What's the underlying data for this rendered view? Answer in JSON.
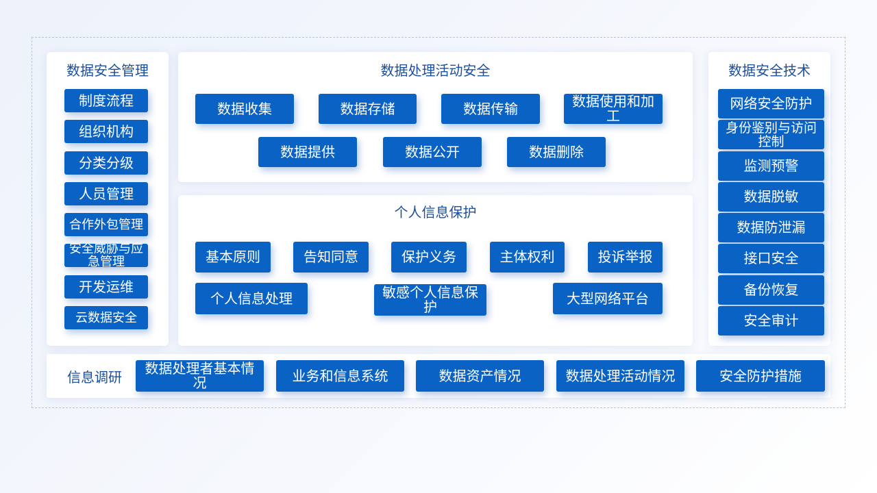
{
  "left_panel": {
    "title": "数据安全管理",
    "items": [
      "制度流程",
      "组织机构",
      "分类分级",
      "人员管理",
      "合作外包管理",
      "安全威胁与应急管理",
      "开发运维",
      "云数据安全"
    ]
  },
  "processing_panel": {
    "title": "数据处理活动安全",
    "items": [
      "数据收集",
      "数据存储",
      "数据传输",
      "数据使用和加工",
      "数据提供",
      "数据公开",
      "数据删除"
    ]
  },
  "personal_panel": {
    "title": "个人信息保护",
    "items": [
      "基本原则",
      "告知同意",
      "保护义务",
      "主体权利",
      "投诉举报",
      "个人信息处理",
      "敏感个人信息保护",
      "大型网络平台"
    ]
  },
  "right_panel": {
    "title": "数据安全技术",
    "items": [
      "网络安全防护",
      "身份鉴别与访问控制",
      "监测预警",
      "数据脱敏",
      "数据防泄漏",
      "接口安全",
      "备份恢复",
      "安全审计"
    ]
  },
  "survey_panel": {
    "label": "信息调研",
    "items": [
      "数据处理者基本情况",
      "业务和信息系统",
      "数据资产情况",
      "数据处理活动情况",
      "安全防护措施"
    ]
  }
}
